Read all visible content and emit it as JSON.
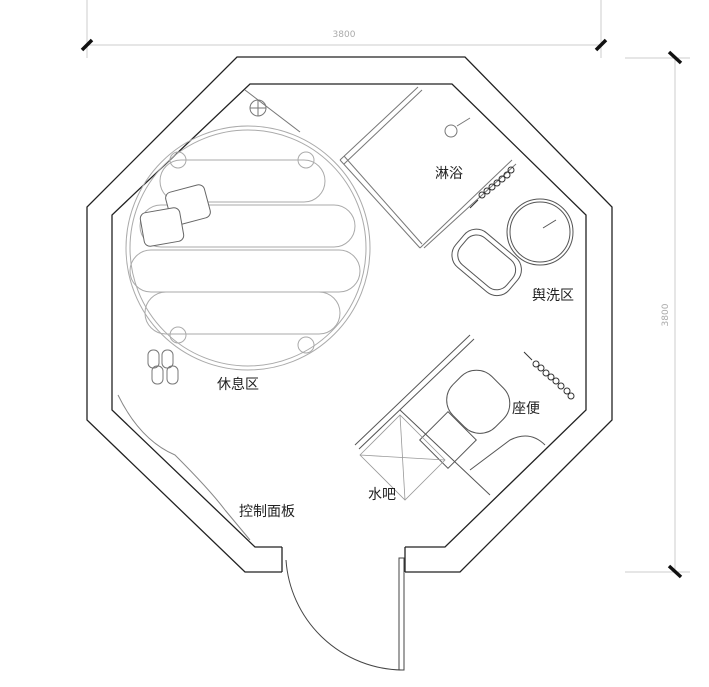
{
  "dimensions": {
    "width_label": "3800",
    "height_label": "3800"
  },
  "rooms": {
    "shower": "淋浴",
    "washroom": "舆洗区",
    "rest_area": "休息区",
    "toilet": "座便",
    "water_bar": "水吧",
    "control_panel": "控制面板"
  }
}
